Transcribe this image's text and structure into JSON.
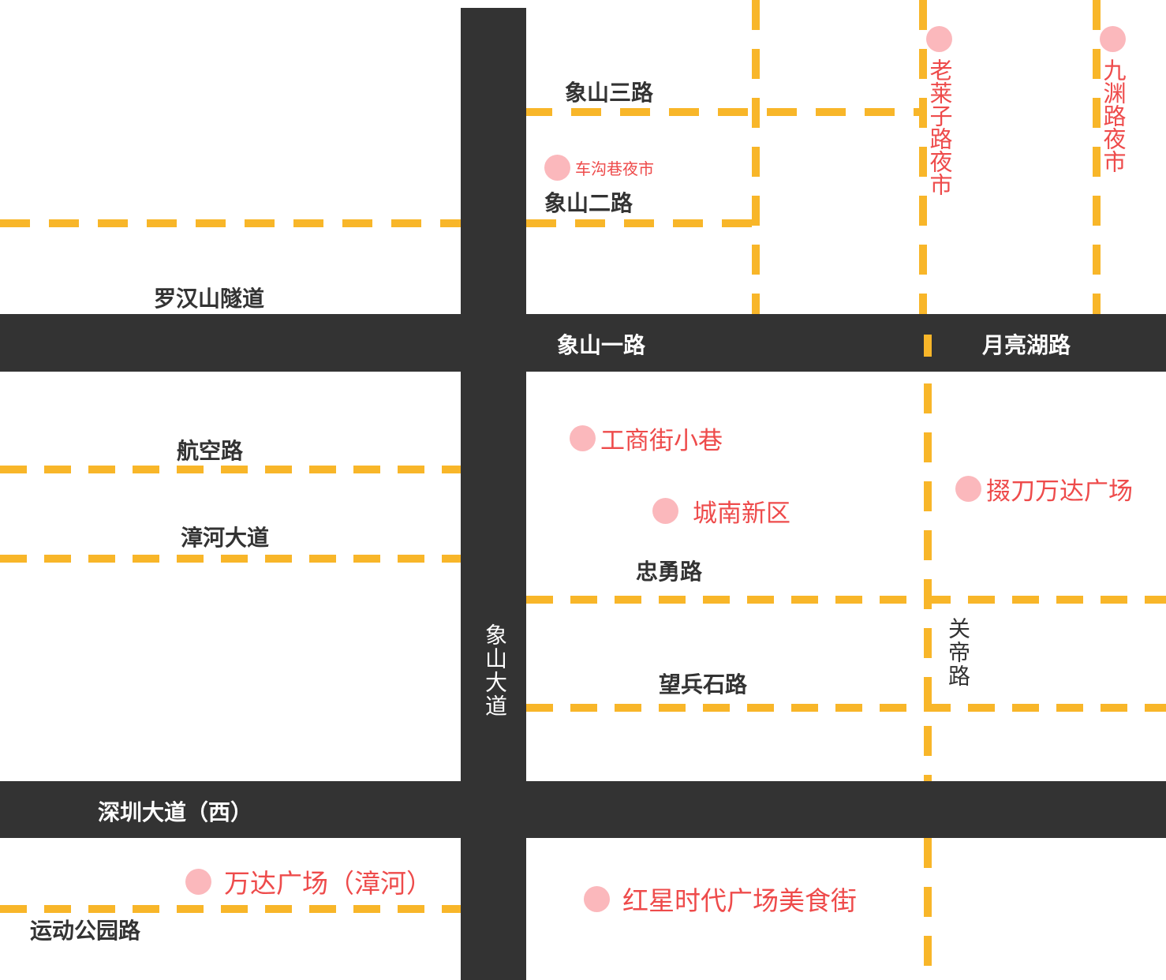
{
  "colors": {
    "main_road": "#333333",
    "minor_road": "#f8b629",
    "poi_dot": "#fbb8bc",
    "poi_text": "#ee4b4b",
    "background": "#ffffff"
  },
  "roads": {
    "luohanshan_tunnel": "罗汉山隧道",
    "xiangshan_1": "象山一路",
    "xiangshan_2": "象山二路",
    "xiangshan_3": "象山三路",
    "yueliang_lake": "月亮湖路",
    "hangkong": "航空路",
    "zhanghe_avenue": "漳河大道",
    "zhongyong": "忠勇路",
    "wangbingshi": "望兵石路",
    "guandi": "关帝路",
    "xiangshan_avenue": "象山大道",
    "shenzhen_avenue_west": "深圳大道（西）",
    "sports_park": "运动公园路"
  },
  "pois": {
    "chegouxiang": "车沟巷夜市",
    "laolaizi": "老莱子路夜市",
    "jiuyuan": "九渊路夜市",
    "gongshangjie": "工商街小巷",
    "chengnan": "城南新区",
    "duodao_wanda": "掇刀万达广场",
    "wanda_zhanghe": "万达广场（漳河）",
    "hongxing": "红星时代广场美食街"
  }
}
